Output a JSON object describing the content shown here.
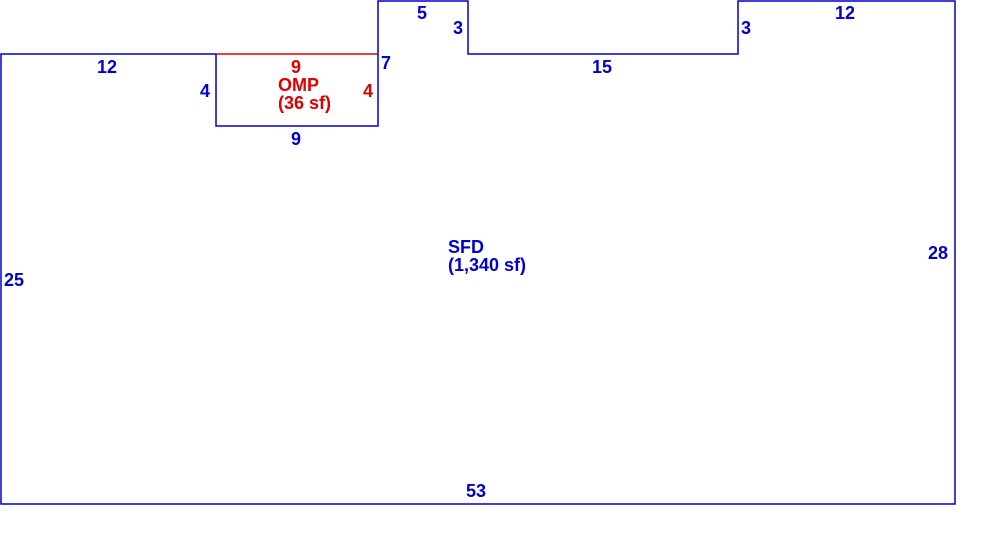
{
  "colors": {
    "main": "#0000cc",
    "porch": "#dd0000",
    "background": "#ffffff"
  },
  "areas": {
    "sfd": {
      "name": "SFD",
      "area": "(1,340 sf)"
    },
    "omp": {
      "name": "OMP",
      "area": "(36 sf)"
    }
  },
  "dimensions": {
    "top_left": "12",
    "left_wall": "25",
    "bottom": "53",
    "right_wall": "28",
    "top_right": "12",
    "right_step": "3",
    "top_middle": "15",
    "left_step": "3",
    "bump_top": "5",
    "bump_left": "7",
    "omp_top": "9",
    "omp_left": "4",
    "omp_right": "4",
    "omp_bottom": "9"
  }
}
